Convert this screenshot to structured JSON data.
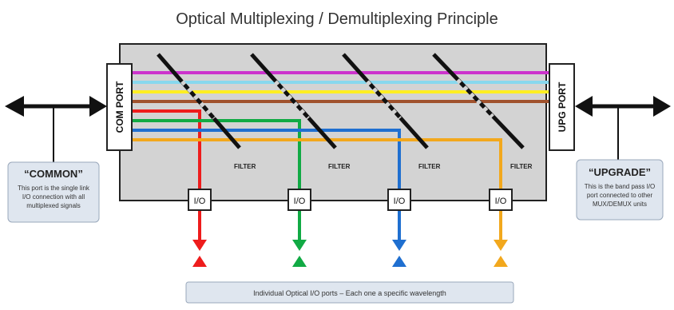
{
  "title": "Optical Multiplexing / Demultiplexing Principle",
  "ports": {
    "com": "COM PORT",
    "upg": "UPG PORT"
  },
  "filters": [
    {
      "label": "FILTER"
    },
    {
      "label": "FILTER"
    },
    {
      "label": "FILTER"
    },
    {
      "label": "FILTER"
    }
  ],
  "io_ports": [
    {
      "label": "I/O",
      "color": "#ee1c1c"
    },
    {
      "label": "I/O",
      "color": "#11aa44"
    },
    {
      "label": "I/O",
      "color": "#1f6fd0"
    },
    {
      "label": "I/O",
      "color": "#f2a81d"
    }
  ],
  "pass_wavelengths": [
    "#cc33cc",
    "#88d8ee",
    "#ffee22",
    "#a0522d"
  ],
  "callouts": {
    "common": {
      "title": "“COMMON”",
      "lines": [
        "This port is the single link",
        "I/O connection with all",
        "multiplexed signals"
      ]
    },
    "upgrade": {
      "title": "“UPGRADE”",
      "lines": [
        "This is the band pass I/O",
        "port connected to other",
        "MUX/DEMUX units"
      ]
    }
  },
  "caption": "Individual Optical I/O ports – Each one a specific wavelength"
}
